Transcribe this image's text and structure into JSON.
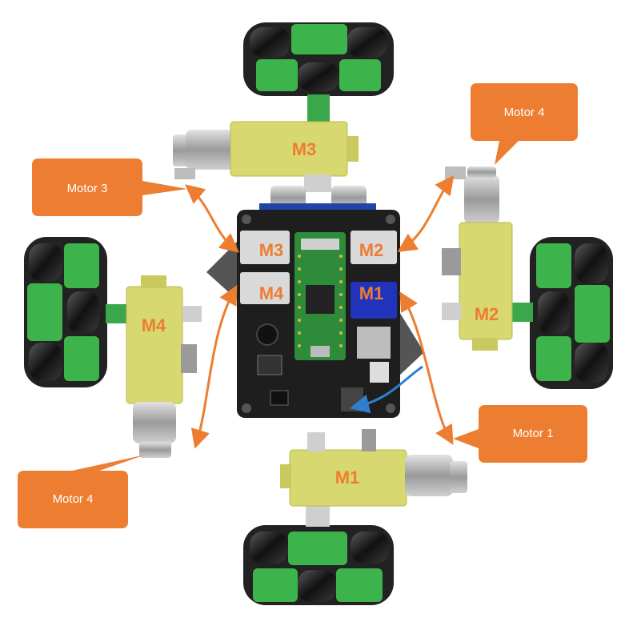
{
  "motors": {
    "M1": "M1",
    "M2": "M2",
    "M3": "M3",
    "M4": "M4"
  },
  "board_ports": {
    "M1": "M1",
    "M2": "M2",
    "M3": "M3",
    "M4": "M4"
  },
  "callouts": {
    "top_right": "Motor 4",
    "left_top": "Motor 3",
    "right_bottom": "Motor 1",
    "left_bottom": "Motor 4"
  },
  "colors": {
    "callout": "#ED7D31",
    "motor_body": "#D8D870",
    "wheel_green": "#3CB44B",
    "board": "#1E1E1E",
    "pico": "#2E8B3A",
    "arrow_orange": "#ED7D31",
    "arrow_blue": "#2F7FCF",
    "port_m1_bg": "#2233BB"
  }
}
